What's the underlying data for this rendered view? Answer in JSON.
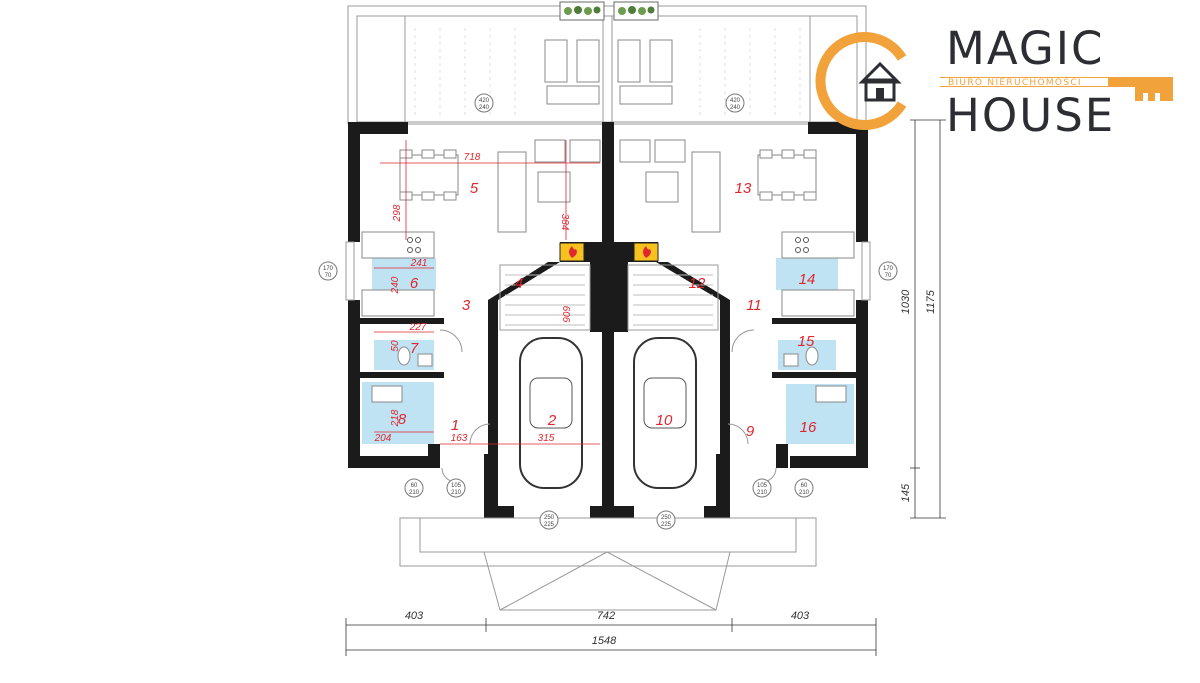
{
  "rooms": [
    {
      "id": "r1",
      "label": "1"
    },
    {
      "id": "r2",
      "label": "2"
    },
    {
      "id": "r3",
      "label": "3"
    },
    {
      "id": "r4",
      "label": "4"
    },
    {
      "id": "r5",
      "label": "5"
    },
    {
      "id": "r6",
      "label": "6"
    },
    {
      "id": "r7",
      "label": "7"
    },
    {
      "id": "r8",
      "label": "8"
    },
    {
      "id": "r9",
      "label": "9"
    },
    {
      "id": "r10",
      "label": "10"
    },
    {
      "id": "r11",
      "label": "11"
    },
    {
      "id": "r12",
      "label": "12"
    },
    {
      "id": "r13",
      "label": "13"
    },
    {
      "id": "r14",
      "label": "14"
    },
    {
      "id": "r15",
      "label": "15"
    },
    {
      "id": "r16",
      "label": "16"
    }
  ],
  "inner_dimensions": {
    "d718": "718",
    "d298": "298",
    "d384": "384",
    "d241": "241",
    "d240": "240",
    "d227": "227",
    "d50": "50",
    "d218": "218",
    "d204": "204",
    "d163": "163",
    "d315": "315",
    "d606": "606"
  },
  "outer_dimensions": {
    "left_wing": "403",
    "center": "742",
    "right_wing": "403",
    "total_width": "1548",
    "depth_main": "1030",
    "depth_total": "1175",
    "depth_front": "145"
  },
  "openings": {
    "top_window_left": [
      "420",
      "240"
    ],
    "top_window_right": [
      "420",
      "240"
    ],
    "side_window_left": [
      "170",
      "70"
    ],
    "side_window_right": [
      "170",
      "70"
    ],
    "door_left_outer": [
      "60",
      "210"
    ],
    "door_left_entry": [
      "105",
      "210"
    ],
    "garage_left": [
      "250",
      "225"
    ],
    "garage_right": [
      "250",
      "225"
    ],
    "door_right_entry": [
      "105",
      "210"
    ],
    "door_right_outer": [
      "60",
      "210"
    ]
  },
  "logo": {
    "line1": "MAGIC",
    "tagline": "BIURO NIERUCHOMOŚCI",
    "line2": "HOUSE",
    "accent_color": "#f2a23a",
    "text_color": "#2c2e33",
    "icon": "house-key-icon"
  },
  "colors": {
    "wall": "#1b1b1b",
    "wet_room": "#bfe3f3",
    "label": "#e0262e"
  }
}
